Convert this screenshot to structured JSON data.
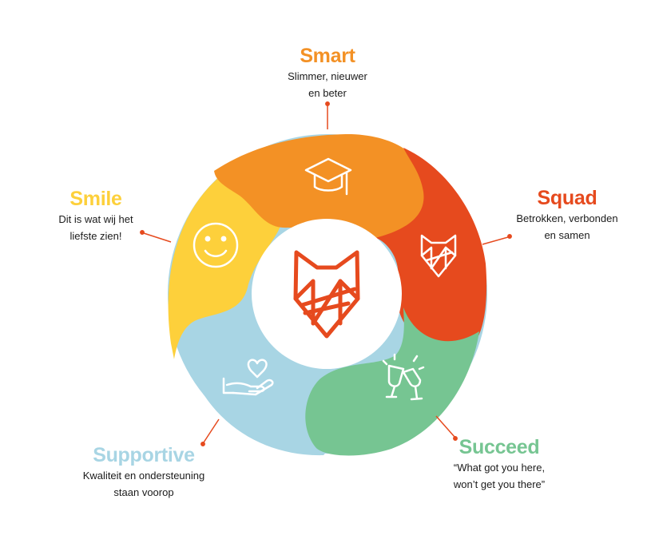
{
  "colors": {
    "smart": "#F39125",
    "squad": "#E64A1E",
    "succeed": "#76C592",
    "supportive": "#A8D5E4",
    "smile": "#FDD03B",
    "fox": "#E64A1E",
    "connector": "#E64A1E",
    "icon": "#ffffff"
  },
  "segments": [
    {
      "key": "smart",
      "title": "Smart",
      "desc_line1": "Slimmer, nieuwer",
      "desc_line2": "en beter",
      "icon": "graduation-cap-icon"
    },
    {
      "key": "squad",
      "title": "Squad",
      "desc_line1": "Betrokken, verbonden",
      "desc_line2": "en samen",
      "icon": "fox-icon"
    },
    {
      "key": "succeed",
      "title": "Succeed",
      "desc_line1": "“What got you here,",
      "desc_line2": "won’t get you there”",
      "icon": "champagne-glasses-icon"
    },
    {
      "key": "supportive",
      "title": "Supportive",
      "desc_line1": "Kwaliteit en ondersteuning",
      "desc_line2": "staan voorop",
      "icon": "hand-heart-icon"
    },
    {
      "key": "smile",
      "title": "Smile",
      "desc_line1": "Dit is wat wij het",
      "desc_line2": "liefste zien!",
      "icon": "smiley-face-icon"
    }
  ],
  "center": {
    "icon": "fox-logo-icon"
  }
}
